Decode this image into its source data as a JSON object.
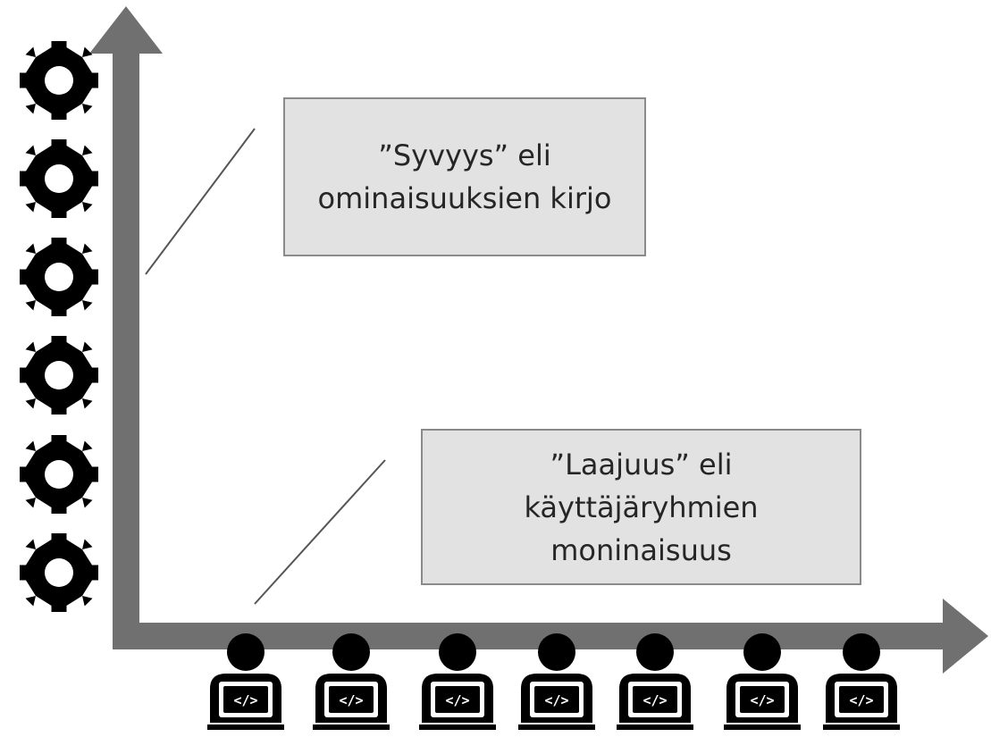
{
  "labels": {
    "depth": {
      "line1": "”Syvyys” eli",
      "line2": "ominaisuuksien kirjo"
    },
    "breadth": {
      "line1": "”Laajuus” eli",
      "line2": "käyttäjäryhmien",
      "line3": "moninaisuus"
    }
  },
  "icons": {
    "feature": "gear-icon",
    "feature_count": 6,
    "user": "developer-laptop-icon",
    "user_count": 7
  },
  "colors": {
    "axis": "#707070",
    "icon": "#000000",
    "box_fill": "#e2e2e2",
    "box_border": "#8a8a8a",
    "text": "#262626",
    "pointer_line": "#555555"
  }
}
